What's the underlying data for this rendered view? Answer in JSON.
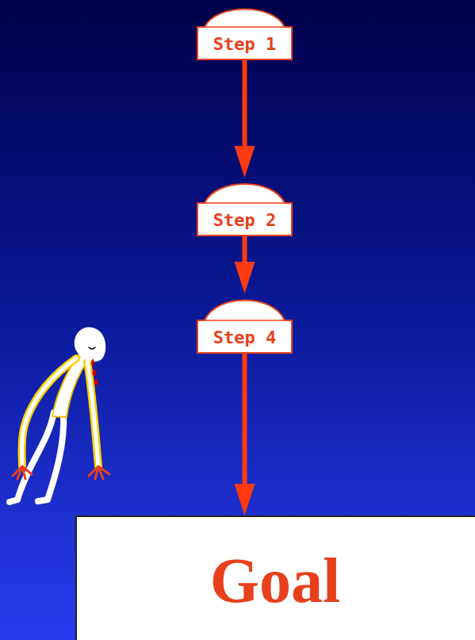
{
  "diagram": {
    "nodes": [
      {
        "text": [
          "Step 1"
        ]
      },
      {
        "text": [
          "Step 2"
        ]
      },
      {
        "text": [
          "Step 4"
        ]
      },
      {
        "text": [
          "Goal"
        ]
      }
    ],
    "edges": [
      {
        "from": 0,
        "to": 1,
        "arrow": "to"
      },
      {
        "from": 1,
        "to": 2,
        "arrow": "to"
      },
      {
        "from": 2,
        "to": 3,
        "arrow": "to"
      }
    ]
  }
}
